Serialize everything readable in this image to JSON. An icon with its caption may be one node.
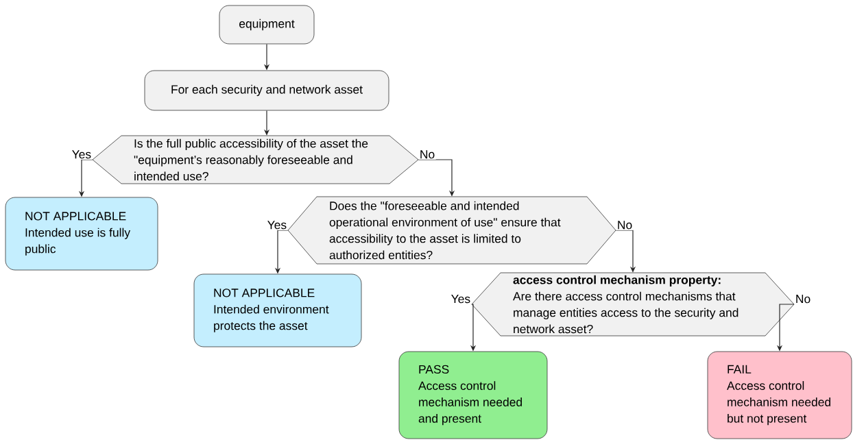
{
  "diagram": {
    "nodes": [
      {
        "text": [
          "equipment"
        ]
      },
      {
        "text": [
          "For each security and network asset"
        ]
      },
      {
        "text": [
          "Is the full public accessibility of the asset the \"equipment’s reasonably foreseeable and intended use?"
        ]
      },
      {
        "text": [
          "NOT APPLICABLE",
          "Intended use is fully public"
        ]
      },
      {
        "text": [
          "Does the \"foreseeable and intended operational environment of use\" ensure that accessibility to the asset is limited to authorized entities?"
        ]
      },
      {
        "text": [
          "NOT APPLICABLE",
          "Intended environment protects the asset"
        ]
      },
      {
        "text": [
          "access control mechanism property:",
          "Are there access control mechanisms that manage entities access to the security and network asset?"
        ]
      },
      {
        "text": [
          "PASS",
          "Access control mechanism needed and present"
        ]
      },
      {
        "text": [
          "FAIL",
          "Access control mechanism needed but not present"
        ]
      }
    ],
    "edges": [
      {
        "from": 0,
        "to": 1,
        "arrow": "to"
      },
      {
        "from": 1,
        "to": 2,
        "arrow": "to"
      },
      {
        "from": 2,
        "to": 3,
        "arrow": "to",
        "label": "Yes"
      },
      {
        "from": 2,
        "to": 4,
        "arrow": "to",
        "label": "No"
      },
      {
        "from": 4,
        "to": 5,
        "arrow": "to",
        "label": "Yes"
      },
      {
        "from": 4,
        "to": 6,
        "arrow": "to",
        "label": "No"
      },
      {
        "from": 6,
        "to": 7,
        "arrow": "to",
        "label": "Yes"
      },
      {
        "from": 6,
        "to": 8,
        "arrow": "to",
        "label": "No"
      }
    ]
  }
}
